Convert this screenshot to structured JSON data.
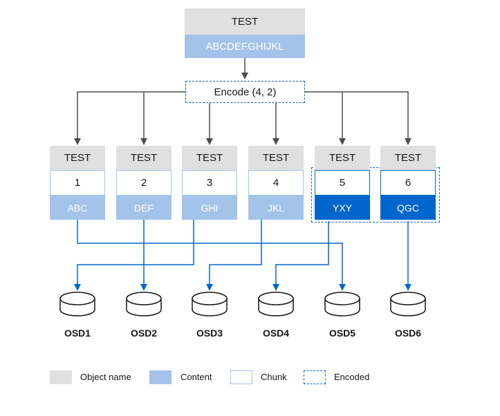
{
  "object": {
    "name": "TEST",
    "content": "ABCDEFGHIJKL"
  },
  "encoder": {
    "label": "Encode (4, 2)"
  },
  "chunks": [
    {
      "name": "TEST",
      "number": "1",
      "content": "ABC",
      "encoded": false
    },
    {
      "name": "TEST",
      "number": "2",
      "content": "DEF",
      "encoded": false
    },
    {
      "name": "TEST",
      "number": "3",
      "content": "GHI",
      "encoded": false
    },
    {
      "name": "TEST",
      "number": "4",
      "content": "JKL",
      "encoded": false
    },
    {
      "name": "TEST",
      "number": "5",
      "content": "YXY",
      "encoded": true
    },
    {
      "name": "TEST",
      "number": "6",
      "content": "QGC",
      "encoded": true
    }
  ],
  "osds": [
    "OSD1",
    "OSD2",
    "OSD3",
    "OSD4",
    "OSD5",
    "OSD6"
  ],
  "legend": [
    {
      "label": "Object name",
      "style": "gray"
    },
    {
      "label": "Content",
      "style": "light"
    },
    {
      "label": "Chunk",
      "style": "chunk"
    },
    {
      "label": "Encoded",
      "style": "dashed"
    }
  ],
  "colors": {
    "gray": "#e0e0e0",
    "light_blue": "#a3c4e8",
    "blue": "#0066cc",
    "arrow_gray": "#4d4d4d"
  }
}
